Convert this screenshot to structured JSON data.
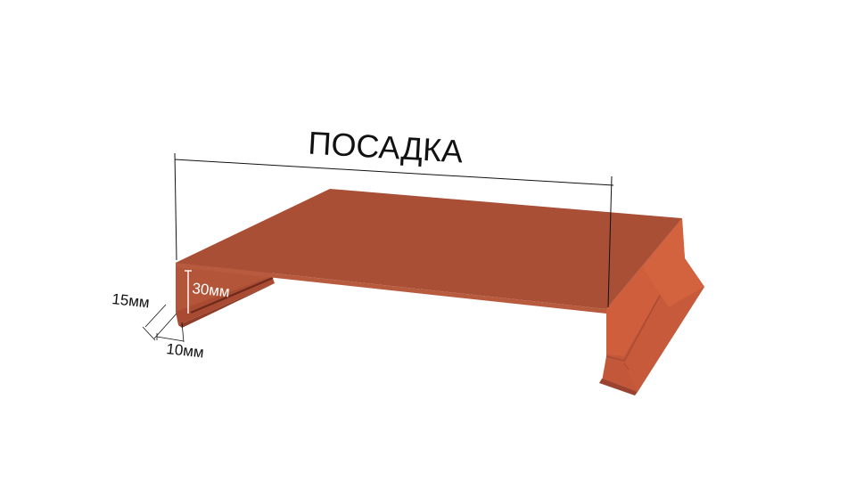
{
  "title_label": "ПОСАДКА",
  "dimensions": {
    "height": "30мм",
    "flange": "15мм",
    "hem": "10мм"
  },
  "colors": {
    "top": "#a84f36",
    "underside": "#b2553a",
    "front_edge": "#b75a3d",
    "side_light": "#d3613d",
    "side_mid": "#c3573a",
    "side_dark": "#a44932",
    "groove": "#6d2a1b",
    "dimension_line": "#111111"
  }
}
